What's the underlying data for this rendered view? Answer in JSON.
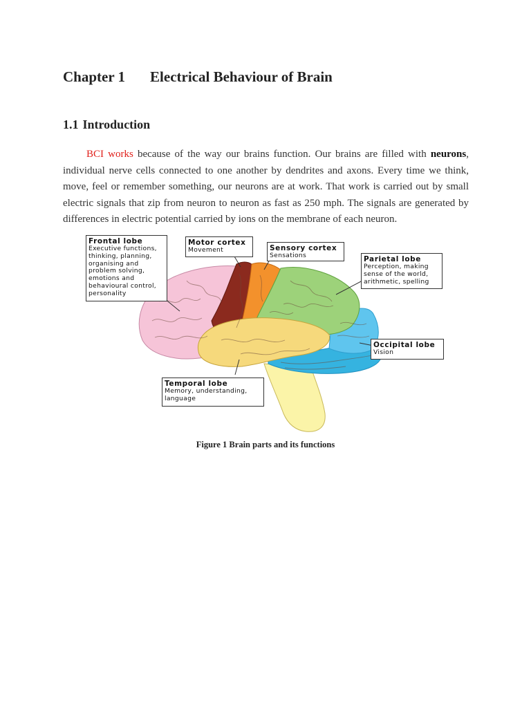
{
  "chapter": {
    "number": "Chapter 1",
    "title": "Electrical Behaviour of Brain"
  },
  "section": {
    "number": "1.1",
    "title": "Introduction"
  },
  "paragraph": {
    "highlight": "BCI works",
    "text_before_bold": " because of the way our brains function. Our brains are filled with ",
    "bold": "neurons",
    "text_after_bold": ", individual nerve cells connected to one another by dendrites and axons. Every time we think, move, feel or remember something, our neurons are at work. That work is carried out by small electric signals that zip from neuron to neuron as fast as 250 mph. The signals are generated by differences in electric potential carried by ions on the membrane of each neuron.",
    "highlight_color": "#e0201b"
  },
  "figure": {
    "caption": "Figure 1 Brain parts and its functions",
    "lobe_colors": {
      "frontal": "#f6c4d8",
      "motor": "#8b2a1e",
      "sensory": "#f3912c",
      "parietal": "#9dd27a",
      "occipital": "#5fc5ee",
      "temporal": "#f6d97c",
      "brainstem": "#fbf4a8",
      "cerebellum": "#35b3e0"
    },
    "labels": {
      "frontal": {
        "title": "Frontal lobe",
        "desc": "Executive functions,\nthinking, planning,\norganising and\nproblem solving,\nemotions and\nbehavioural control,\npersonality"
      },
      "motor": {
        "title": "Motor cortex",
        "desc": "Movement"
      },
      "sensory": {
        "title": "Sensory cortex",
        "desc": "Sensations"
      },
      "parietal": {
        "title": "Parietal lobe",
        "desc": "Perception, making\nsense of the world,\narithmetic, spelling"
      },
      "occipital": {
        "title": "Occipital lobe",
        "desc": "Vision"
      },
      "temporal": {
        "title": "Temporal lobe",
        "desc": "Memory, understanding,\nlanguage"
      }
    }
  }
}
